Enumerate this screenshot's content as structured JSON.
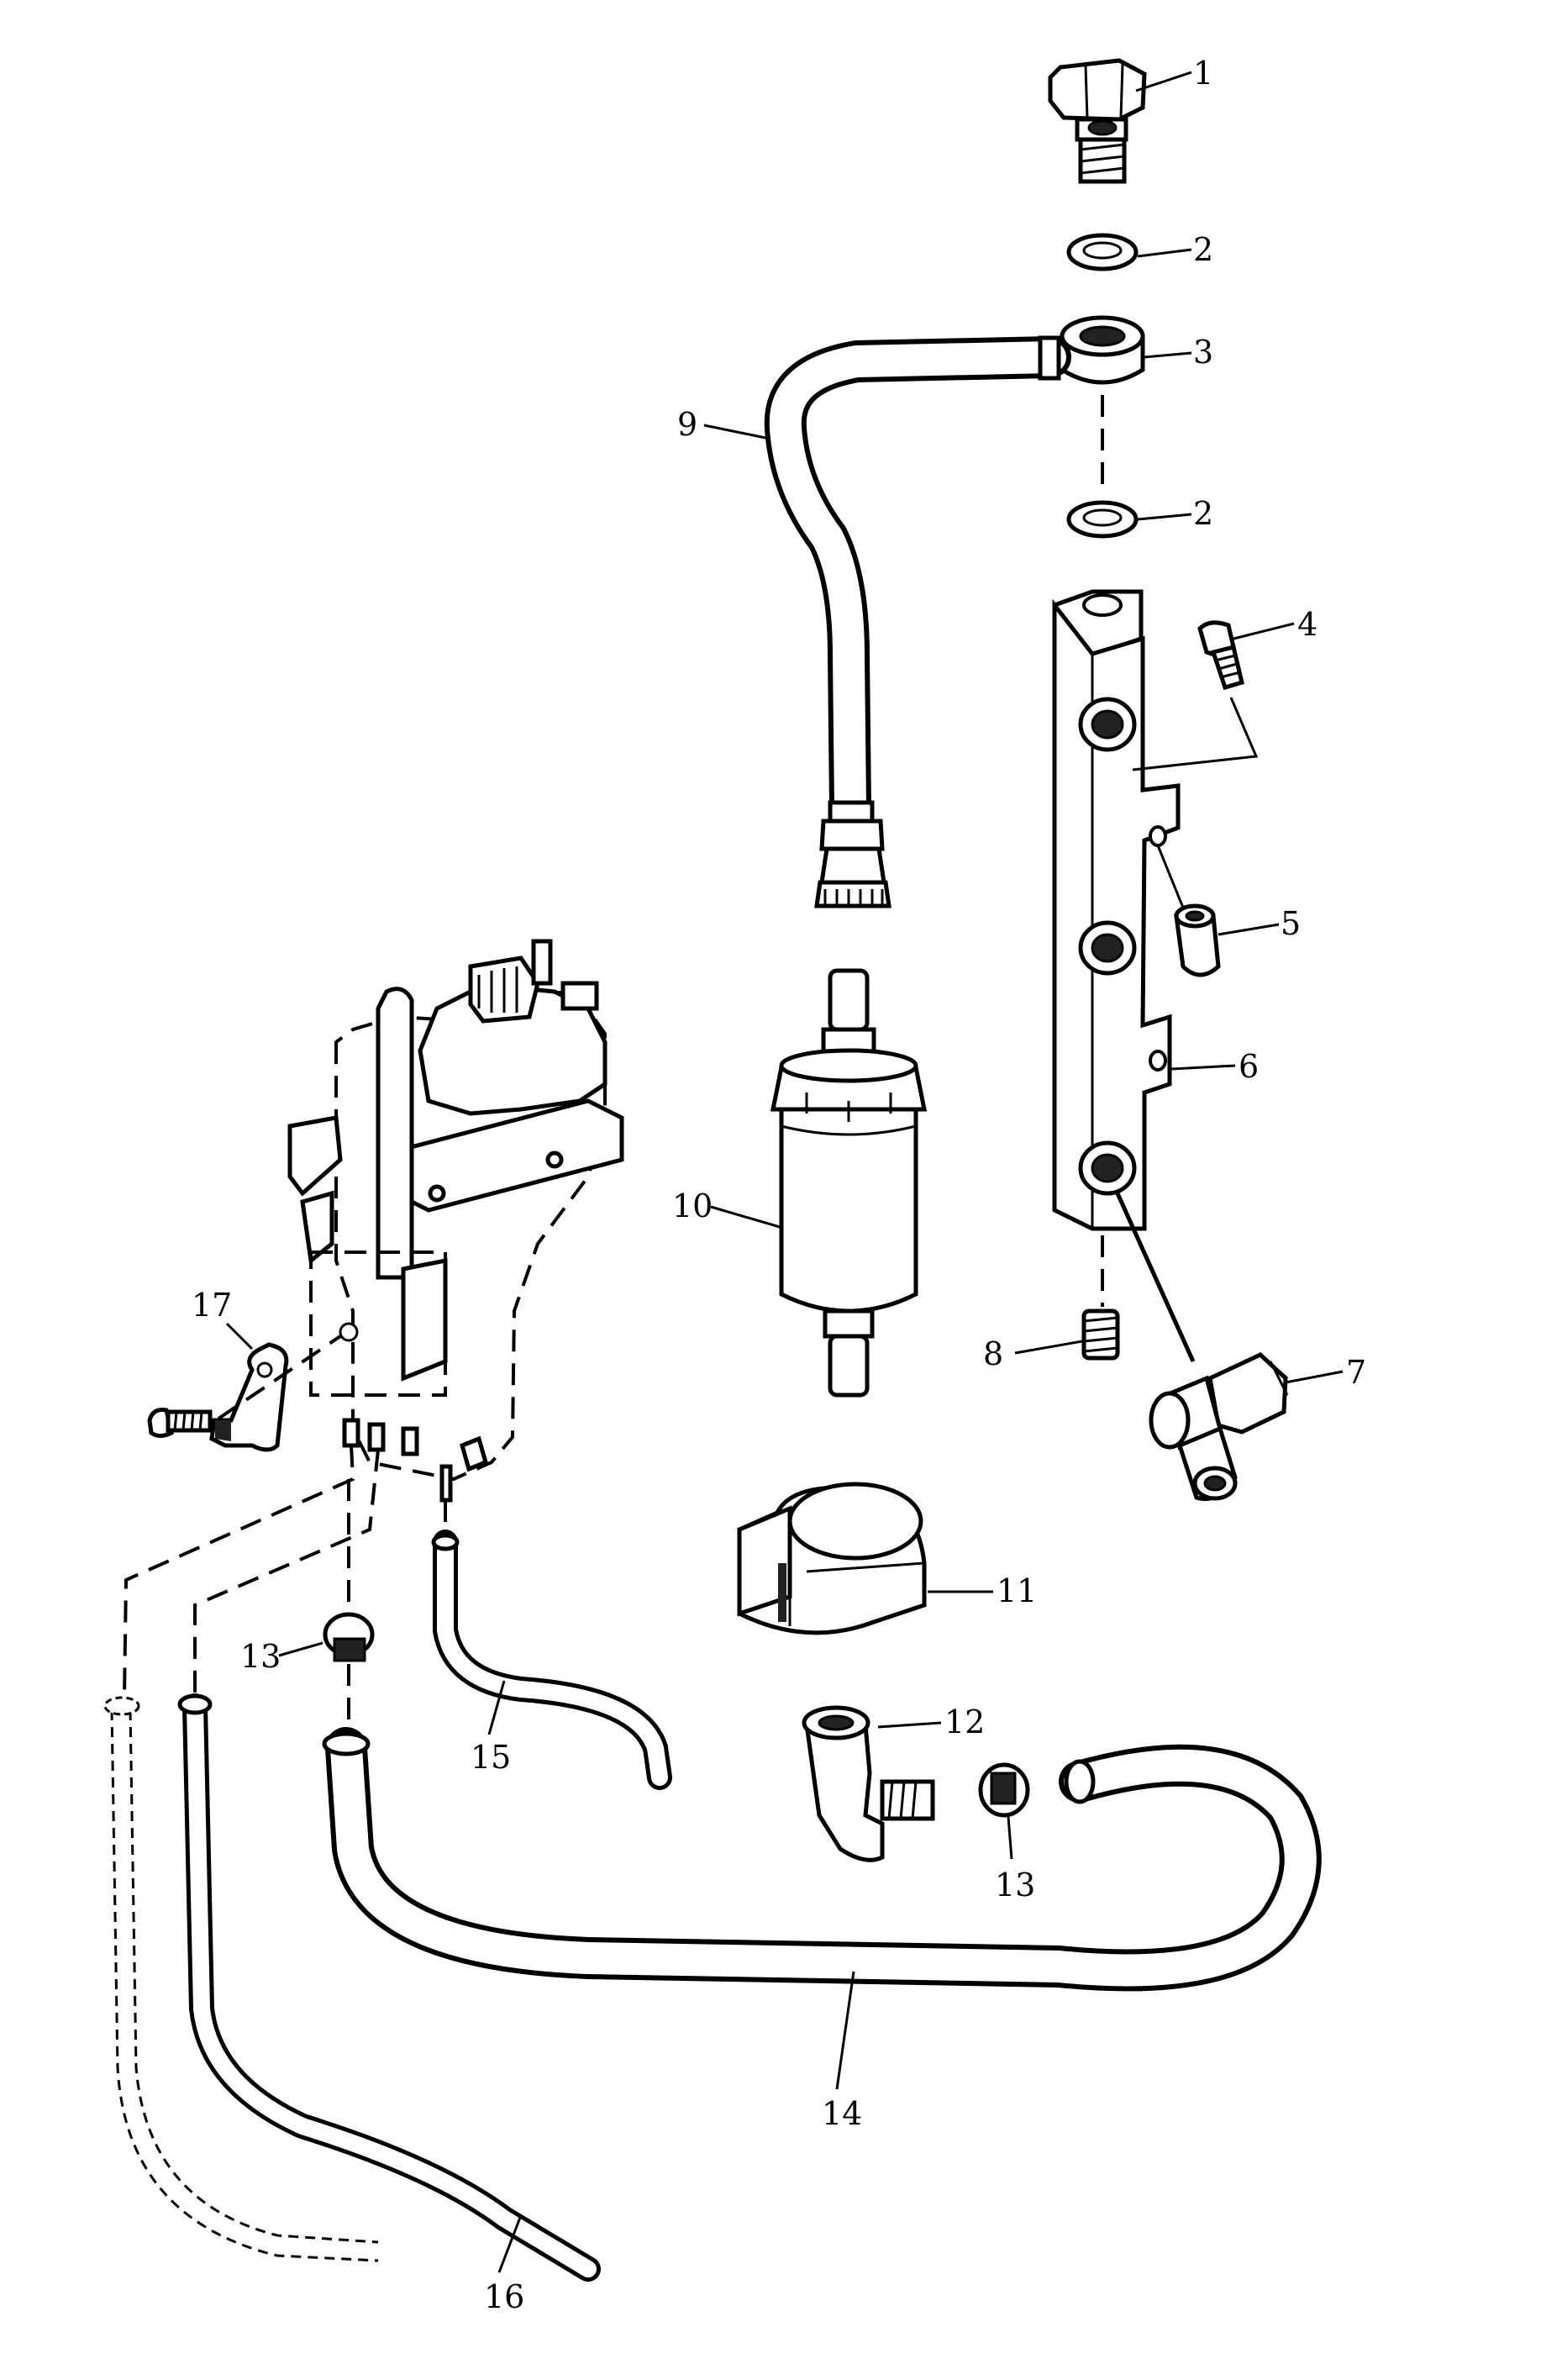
{
  "diagram": {
    "callouts": [
      {
        "id": "c1",
        "label": "1"
      },
      {
        "id": "c2a",
        "label": "2"
      },
      {
        "id": "c3",
        "label": "3"
      },
      {
        "id": "c2b",
        "label": "2"
      },
      {
        "id": "c4",
        "label": "4"
      },
      {
        "id": "c5",
        "label": "5"
      },
      {
        "id": "c6",
        "label": "6"
      },
      {
        "id": "c7",
        "label": "7"
      },
      {
        "id": "c8",
        "label": "8"
      },
      {
        "id": "c9",
        "label": "9"
      },
      {
        "id": "c10",
        "label": "10"
      },
      {
        "id": "c11",
        "label": "11"
      },
      {
        "id": "c12",
        "label": "12"
      },
      {
        "id": "c13a",
        "label": "13"
      },
      {
        "id": "c13b",
        "label": "13"
      },
      {
        "id": "c14",
        "label": "14"
      },
      {
        "id": "c15",
        "label": "15"
      },
      {
        "id": "c16",
        "label": "16"
      },
      {
        "id": "c17",
        "label": "17"
      }
    ]
  }
}
